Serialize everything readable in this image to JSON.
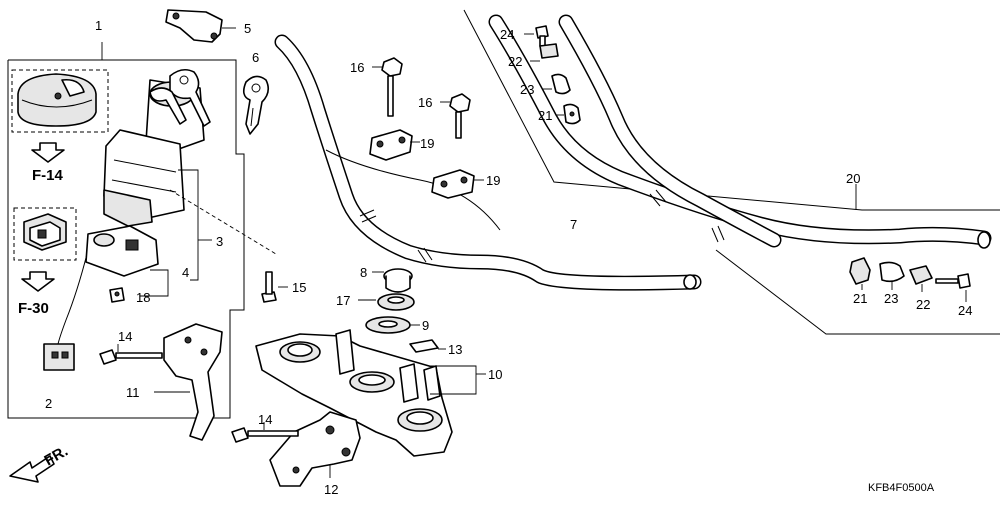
{
  "callouts": {
    "c1": "1",
    "c2": "2",
    "c3": "3",
    "c4": "4",
    "c5": "5",
    "c6": "6",
    "c7": "7",
    "c8": "8",
    "c9": "9",
    "c10": "10",
    "c11": "11",
    "c12": "12",
    "c13": "13",
    "c14a": "14",
    "c14b": "14",
    "c15": "15",
    "c16a": "16",
    "c16b": "16",
    "c17": "17",
    "c18": "18",
    "c19a": "19",
    "c19b": "19",
    "c20": "20",
    "c21a": "21",
    "c21b": "21",
    "c22a": "22",
    "c22b": "22",
    "c23a": "23",
    "c23b": "23",
    "c24a": "24",
    "c24b": "24"
  },
  "references": {
    "f14": "F-14",
    "f30": "F-30"
  },
  "front_marker": "FR.",
  "diagram_code": "KFB4F0500A",
  "icons": {
    "ref_arrow": "hollow-down-arrow-icon",
    "front_arrow": "front-direction-arrow-icon"
  }
}
